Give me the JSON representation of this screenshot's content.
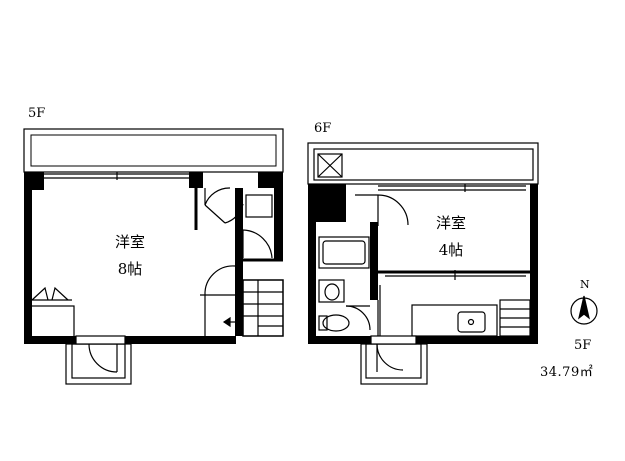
{
  "floors": [
    {
      "label": "5F",
      "rooms": [
        {
          "name": "洋室",
          "size": "8帖"
        }
      ]
    },
    {
      "label": "6F",
      "rooms": [
        {
          "name": "洋室",
          "size": "4帖"
        }
      ]
    }
  ],
  "compass": {
    "north_label": "N"
  },
  "info": {
    "floor": "5F",
    "area": "34.79㎡"
  }
}
